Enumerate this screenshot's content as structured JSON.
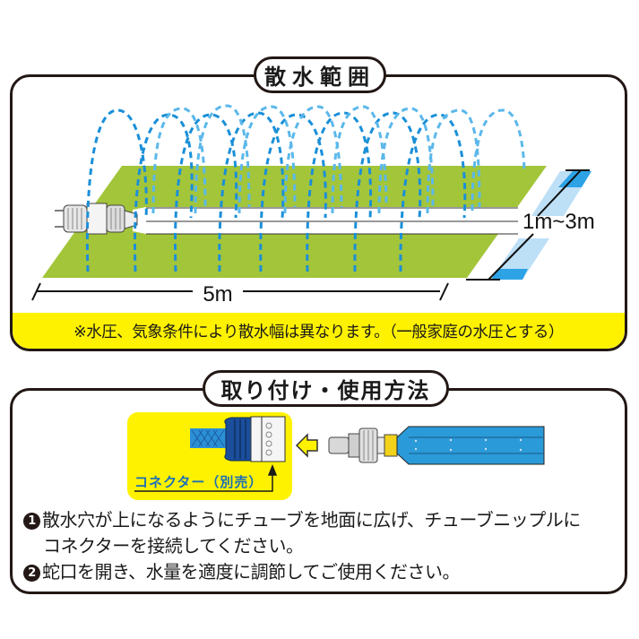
{
  "section1": {
    "title": "散水範囲",
    "labels": {
      "length": "5m",
      "width": "1m~3m"
    },
    "note": "※水圧、気象条件により散水幅は異なります。（一般家庭の水圧とする）"
  },
  "section2": {
    "title": "取り付け・使用方法",
    "connector_label": "コネクター（別売）",
    "steps": [
      {
        "num": "1",
        "line1": "散水穴が上になるようにチューブを地面に広げ、チューブニップルに",
        "line2": "コネクターを接続してください。"
      },
      {
        "num": "2",
        "line1": "蛇口を開き、水量を適度に調節してご使用ください。"
      }
    ]
  },
  "colors": {
    "frame": "#231815",
    "note_bg": "#fff200",
    "lawn": "#a3c53a",
    "spray_dark": "#1a8fd8",
    "spray_light": "#5bb8ea",
    "tube_blue": "#2b9ad8",
    "connector_blue": "#1b4f9c",
    "brass": "#f2d21b"
  }
}
